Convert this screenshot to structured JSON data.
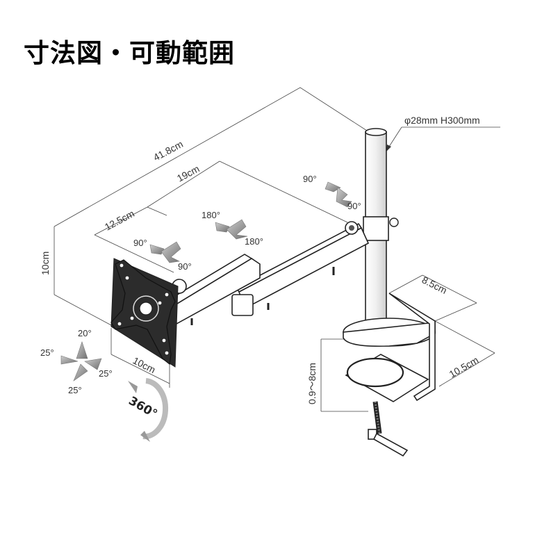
{
  "title": "寸法図・可動範囲",
  "dimensions": {
    "total_length": "41.8cm",
    "arm_19": "19cm",
    "arm_125": "12.5cm",
    "height_10": "10cm",
    "vesa_10": "10cm",
    "pole_spec": "φ28mm H300mm",
    "clamp_depth": "8.5cm",
    "clamp_width": "10.5cm",
    "desk_thickness": "0.9～8cm"
  },
  "angles": {
    "pole_top": "90°",
    "pole_bottom": "90°",
    "mid_left": "180°",
    "mid_right": "180°",
    "head_left": "90°",
    "head_right": "90°",
    "tilt_up": "20°",
    "tilt_left": "25°",
    "tilt_right": "25°",
    "tilt_down": "25°",
    "rotation": "360°"
  }
}
